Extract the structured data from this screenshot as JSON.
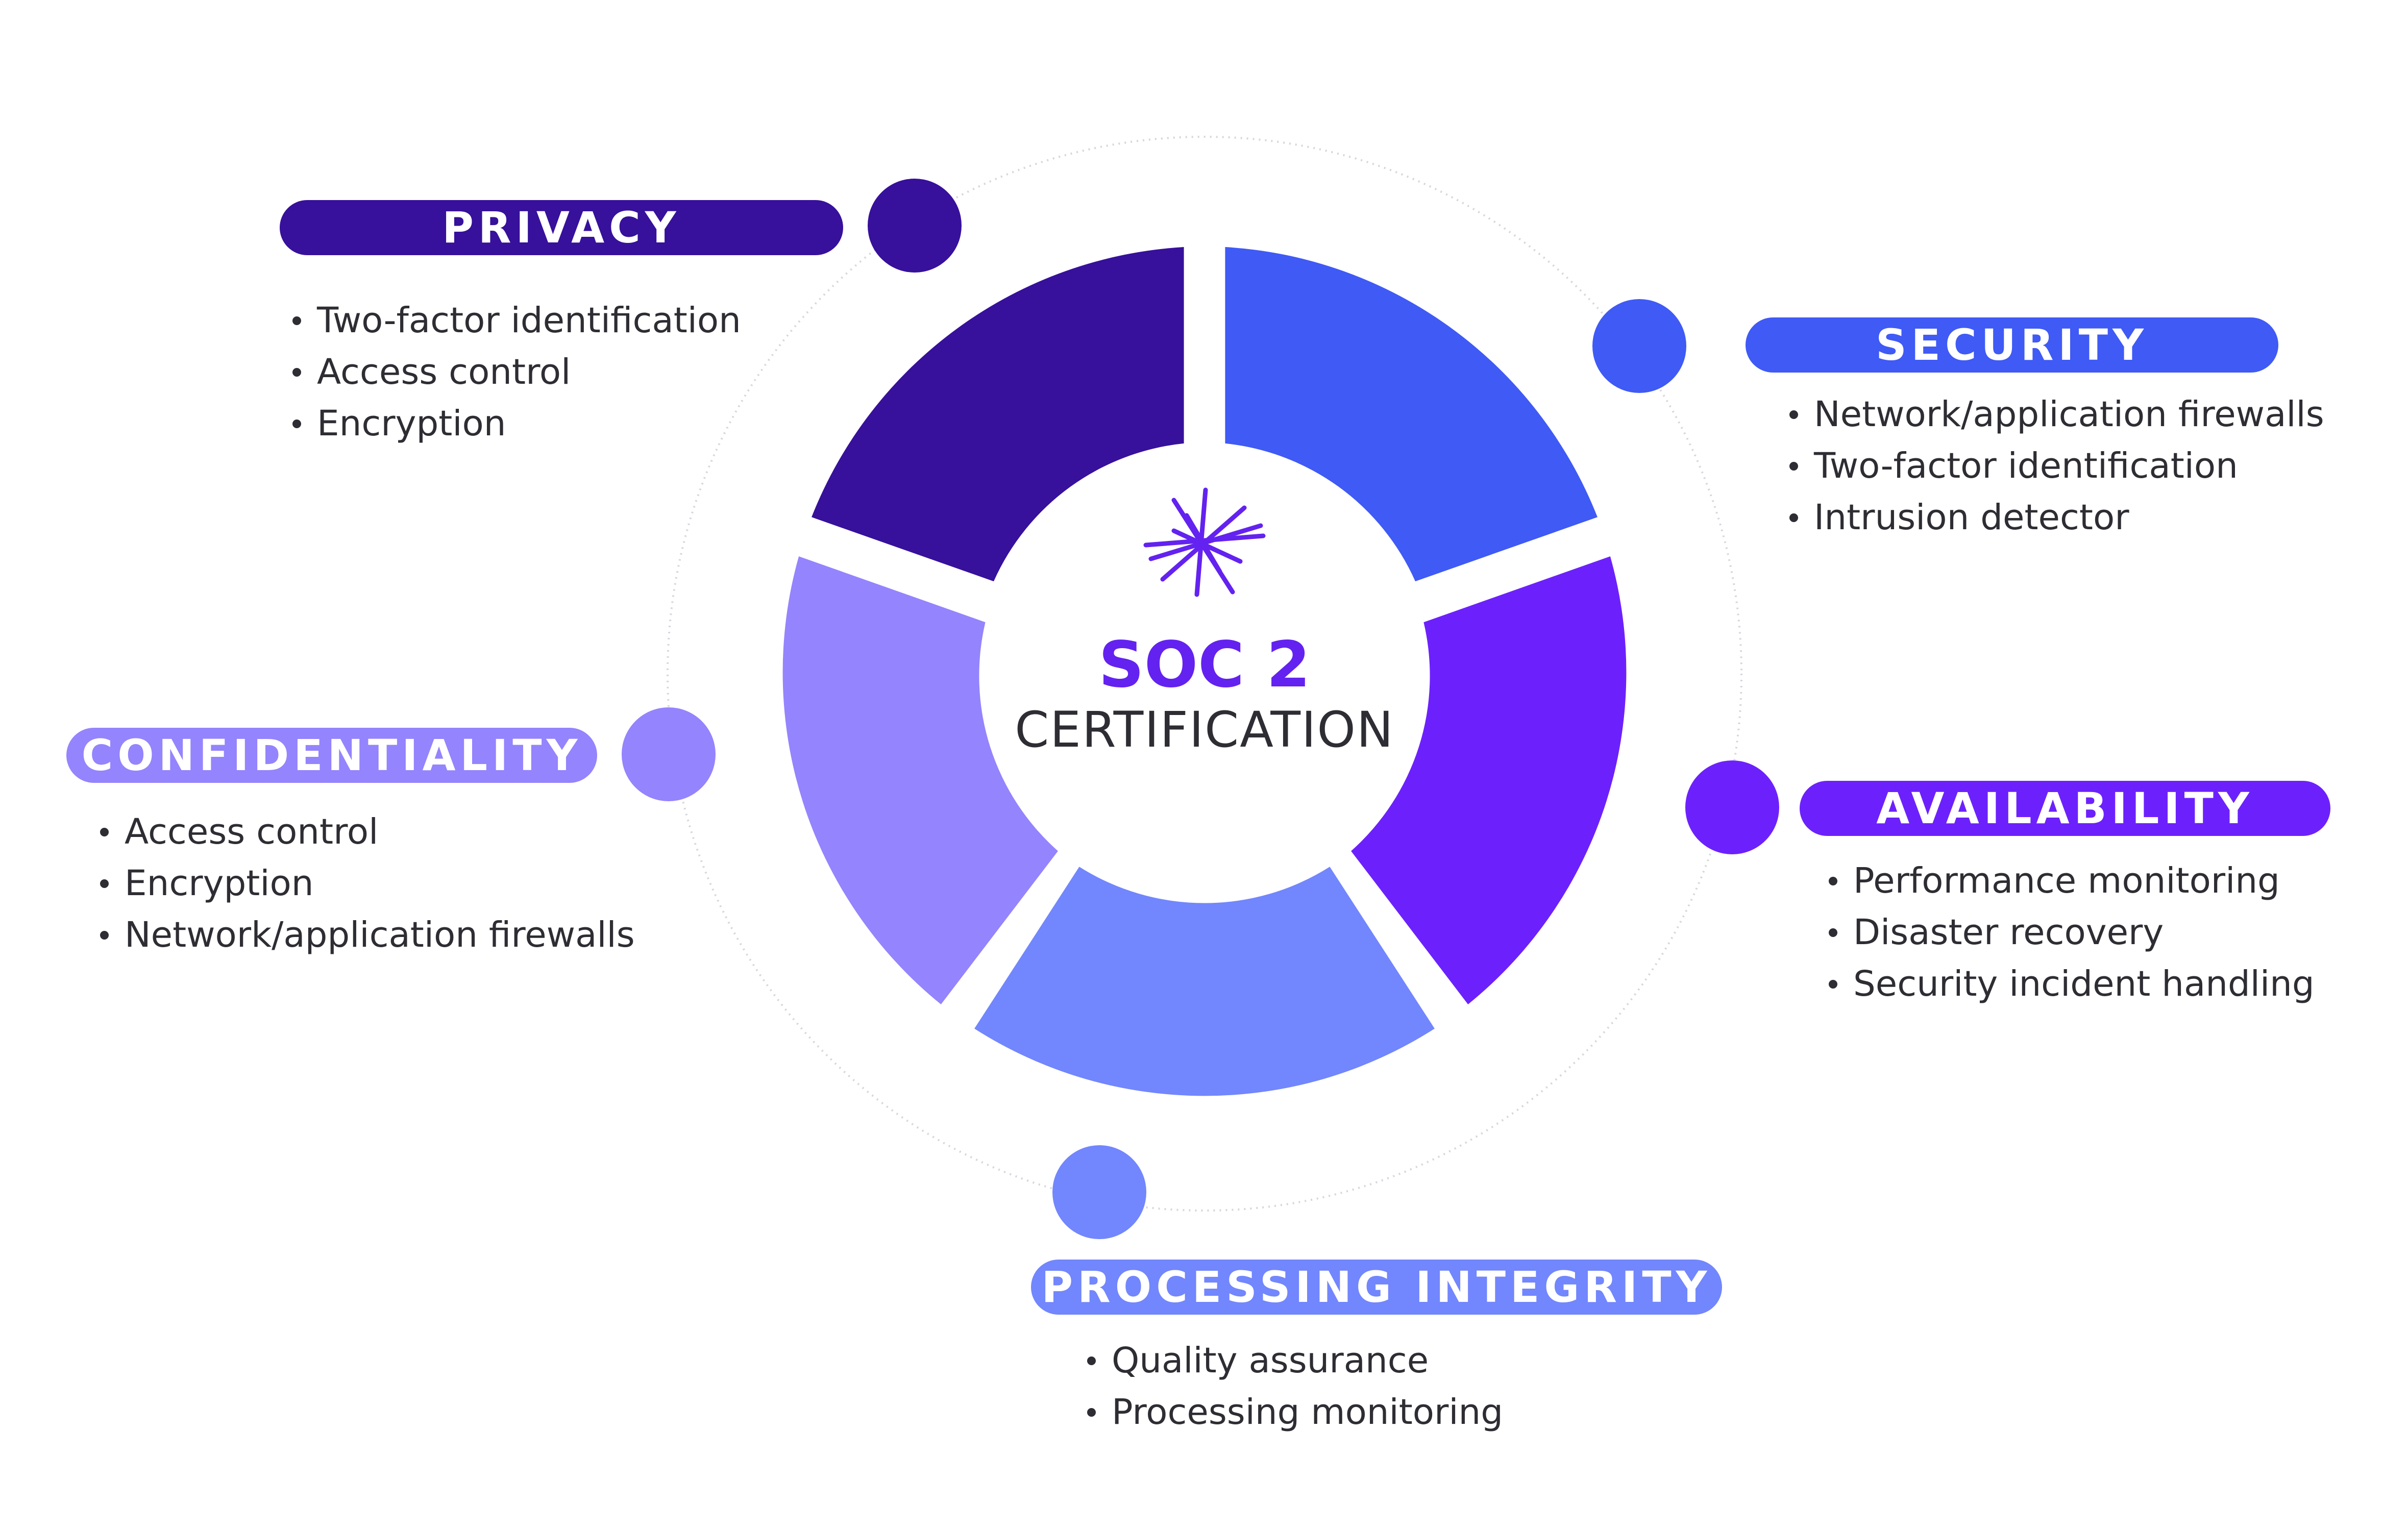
{
  "colors": {
    "privacy": "#37109b",
    "security": "#3f5af5",
    "availability": "#6c21fc",
    "processing": "#7286fd",
    "confidentiality": "#9484fd",
    "center_title": "#6322f0",
    "text": "#2d2d33"
  },
  "center": {
    "title": "SOC 2",
    "subtitle": "CERTIFICATION",
    "logo_icon": "starburst-logo-icon"
  },
  "categories": {
    "privacy": {
      "label": "PRIVACY",
      "items": [
        "Two-factor identification",
        "Access control",
        "Encryption"
      ]
    },
    "security": {
      "label": "SECURITY",
      "items": [
        "Network/application firewalls",
        "Two-factor identification",
        "Intrusion detector"
      ]
    },
    "availability": {
      "label": "AVAILABILITY",
      "items": [
        "Performance monitoring",
        "Disaster recovery",
        "Security incident handling"
      ]
    },
    "processing_integrity": {
      "label": "PROCESSING INTEGRITY",
      "items": [
        "Quality assurance",
        "Processing monitoring"
      ]
    },
    "confidentiality": {
      "label": "CONFIDENTIALITY",
      "items": [
        "Access control",
        "Encryption",
        "Network/application firewalls"
      ]
    }
  }
}
